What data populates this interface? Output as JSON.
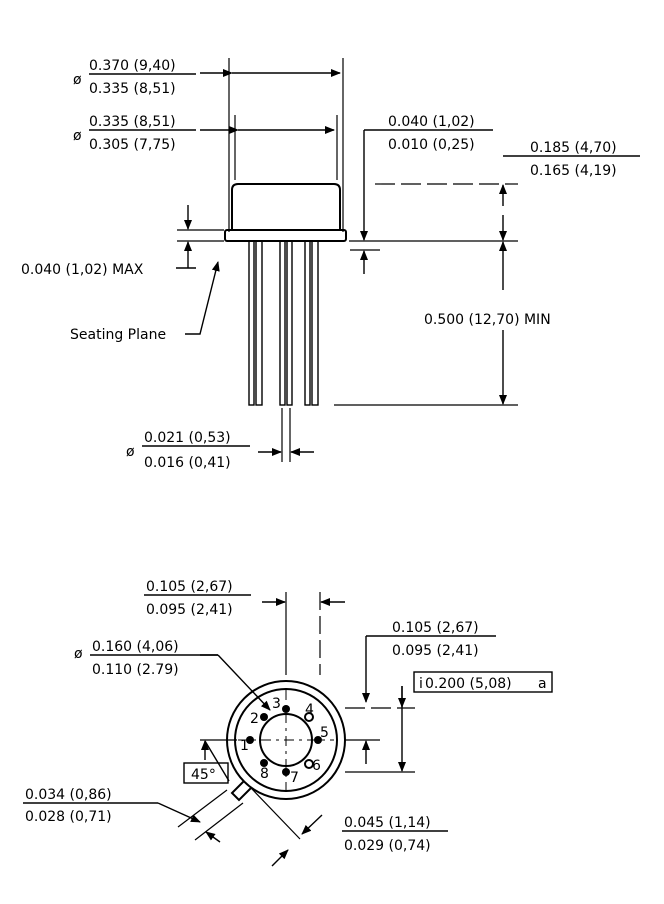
{
  "side_view": {
    "body_dia_max": "0.370 (9,40)",
    "body_dia_min": "0.335 (8,51)",
    "cap_dia_max": "0.335 (8,51)",
    "cap_dia_min": "0.305 (7,75)",
    "flange_height_max": "0.040 (1,02)",
    "flange_height_min": "0.010 (0,25)",
    "body_height_max": "0.185 (4,70)",
    "body_height_min": "0.165 (4,19)",
    "flange_thickness": "0.040 (1,02) MAX",
    "lead_length": "0.500 (12,70) MIN",
    "seating_plane": "Seating Plane",
    "lead_dia_max": "0.021 (0,53)",
    "lead_dia_min": "0.016 (0,41)"
  },
  "bottom_view": {
    "tab_width_max": "0.105 (2,67)",
    "tab_width_min": "0.095 (2,41)",
    "tab_offset_max": "0.105 (2,67)",
    "tab_offset_min": "0.095 (2,41)",
    "inner_dia_max": "0.160 (4,06)",
    "inner_dia_min": "0.110 (2.79)",
    "pin_circle": "0.200 (5,08)",
    "angle": "45°",
    "tab_length_max": "0.034 (0,86)",
    "tab_length_min": "0.028 (0,71)",
    "tab_thickness_max": "0.045 (1,14)",
    "tab_thickness_min": "0.029 (0,74)",
    "pins": [
      "1",
      "2",
      "3",
      "4",
      "5",
      "6",
      "7",
      "8"
    ]
  },
  "symbols": {
    "diameter": "ø"
  }
}
